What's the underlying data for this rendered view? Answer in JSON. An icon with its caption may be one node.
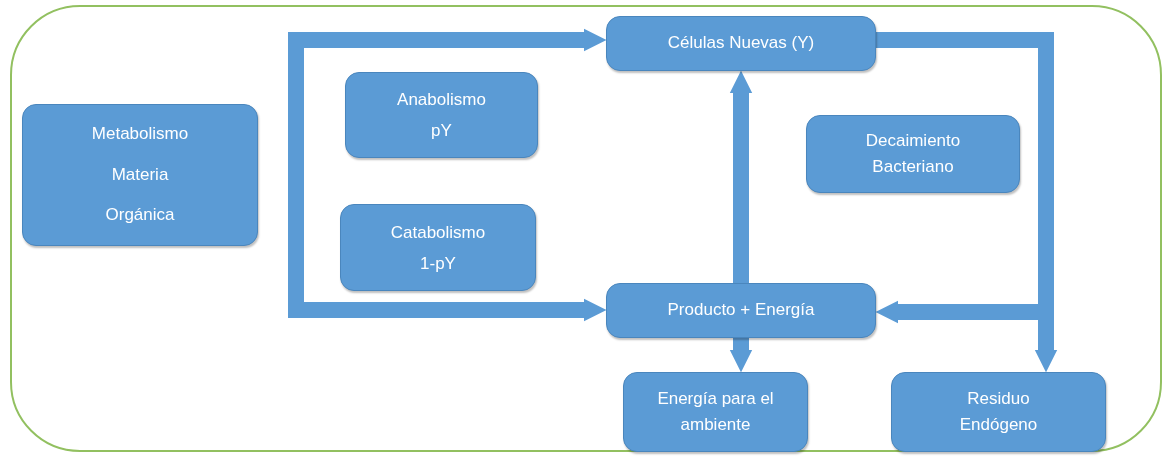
{
  "diagram": {
    "nodes": [
      {
        "text": [],
        "shape": "box"
      },
      {
        "text": [
          "Metabolismo Materia Orgánica"
        ],
        "in": 0
      },
      {
        "text": [
          "Anabolismo",
          "pY"
        ],
        "in": 0
      },
      {
        "text": [
          "Catabolismo",
          "1-pY"
        ],
        "in": 0
      },
      {
        "text": [
          "Células Nuevas (Y)"
        ],
        "in": 0
      },
      {
        "text": [
          "Decaimiento Bacteriano"
        ],
        "in": 0
      },
      {
        "text": [
          "Producto + Energía"
        ],
        "in": 0
      },
      {
        "text": [
          "Energía para el ambiente"
        ],
        "in": 0
      },
      {
        "text": [
          "Residuo Endógeno"
        ],
        "in": 0
      }
    ],
    "edges": [
      {
        "from": null,
        "to": 4,
        "arrow": "to"
      },
      {
        "from": null,
        "to": 6,
        "arrow": "to"
      },
      {
        "from": 6,
        "to": 4,
        "arrow": "to"
      },
      {
        "from": 6,
        "to": 7,
        "arrow": "to"
      },
      {
        "from": 4,
        "to": 8,
        "arrow": "to"
      },
      {
        "from": 4,
        "to": 6,
        "arrow": "to"
      }
    ]
  }
}
